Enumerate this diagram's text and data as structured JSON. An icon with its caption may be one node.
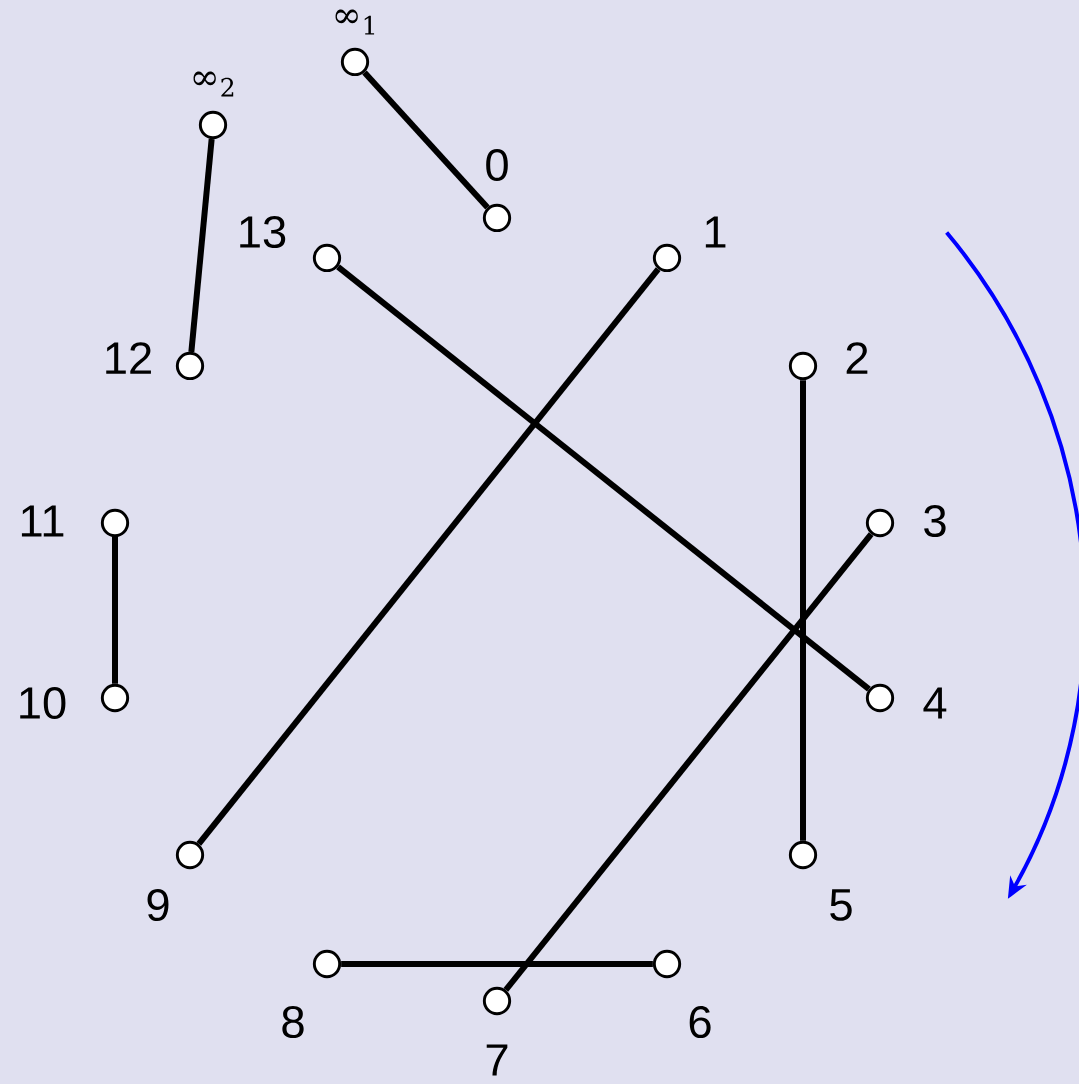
{
  "diagram": {
    "nodes": [
      {
        "text": [],
        "shape": "circle",
        "beside": [
          "∞$_{1}$"
        ]
      },
      {
        "text": [],
        "shape": "circle",
        "beside": [
          "∞$_{2}$"
        ]
      },
      {
        "text": [],
        "shape": "circle",
        "beside": [
          "0"
        ]
      },
      {
        "text": [],
        "shape": "circle",
        "beside": [
          "1"
        ]
      },
      {
        "text": [],
        "shape": "circle",
        "beside": [
          "2"
        ]
      },
      {
        "text": [],
        "shape": "circle",
        "beside": [
          "3"
        ]
      },
      {
        "text": [],
        "shape": "circle",
        "beside": [
          "4"
        ]
      },
      {
        "text": [],
        "shape": "circle",
        "beside": [
          "5"
        ]
      },
      {
        "text": [],
        "shape": "circle",
        "beside": [
          "6"
        ]
      },
      {
        "text": [],
        "shape": "circle",
        "beside": [
          "7"
        ]
      },
      {
        "text": [],
        "shape": "circle",
        "beside": [
          "8"
        ]
      },
      {
        "text": [],
        "shape": "circle",
        "beside": [
          "9"
        ]
      },
      {
        "text": [],
        "shape": "circle",
        "beside": [
          "10"
        ]
      },
      {
        "text": [],
        "shape": "circle",
        "beside": [
          "11"
        ]
      },
      {
        "text": [],
        "shape": "circle",
        "beside": [
          "12"
        ]
      },
      {
        "text": [],
        "shape": "circle",
        "beside": [
          "13"
        ]
      }
    ],
    "edges": [
      {
        "from": 0,
        "to": 2,
        "arrow": "none"
      },
      {
        "from": 1,
        "to": 14,
        "arrow": "none"
      },
      {
        "from": 15,
        "to": 6,
        "arrow": "none"
      },
      {
        "from": 3,
        "to": 11,
        "arrow": "none"
      },
      {
        "from": 4,
        "to": 7,
        "arrow": "none"
      },
      {
        "from": 5,
        "to": 9,
        "arrow": "none"
      },
      {
        "from": 13,
        "to": 12,
        "arrow": "none"
      },
      {
        "from": 10,
        "to": 8,
        "arrow": "none"
      }
    ]
  }
}
